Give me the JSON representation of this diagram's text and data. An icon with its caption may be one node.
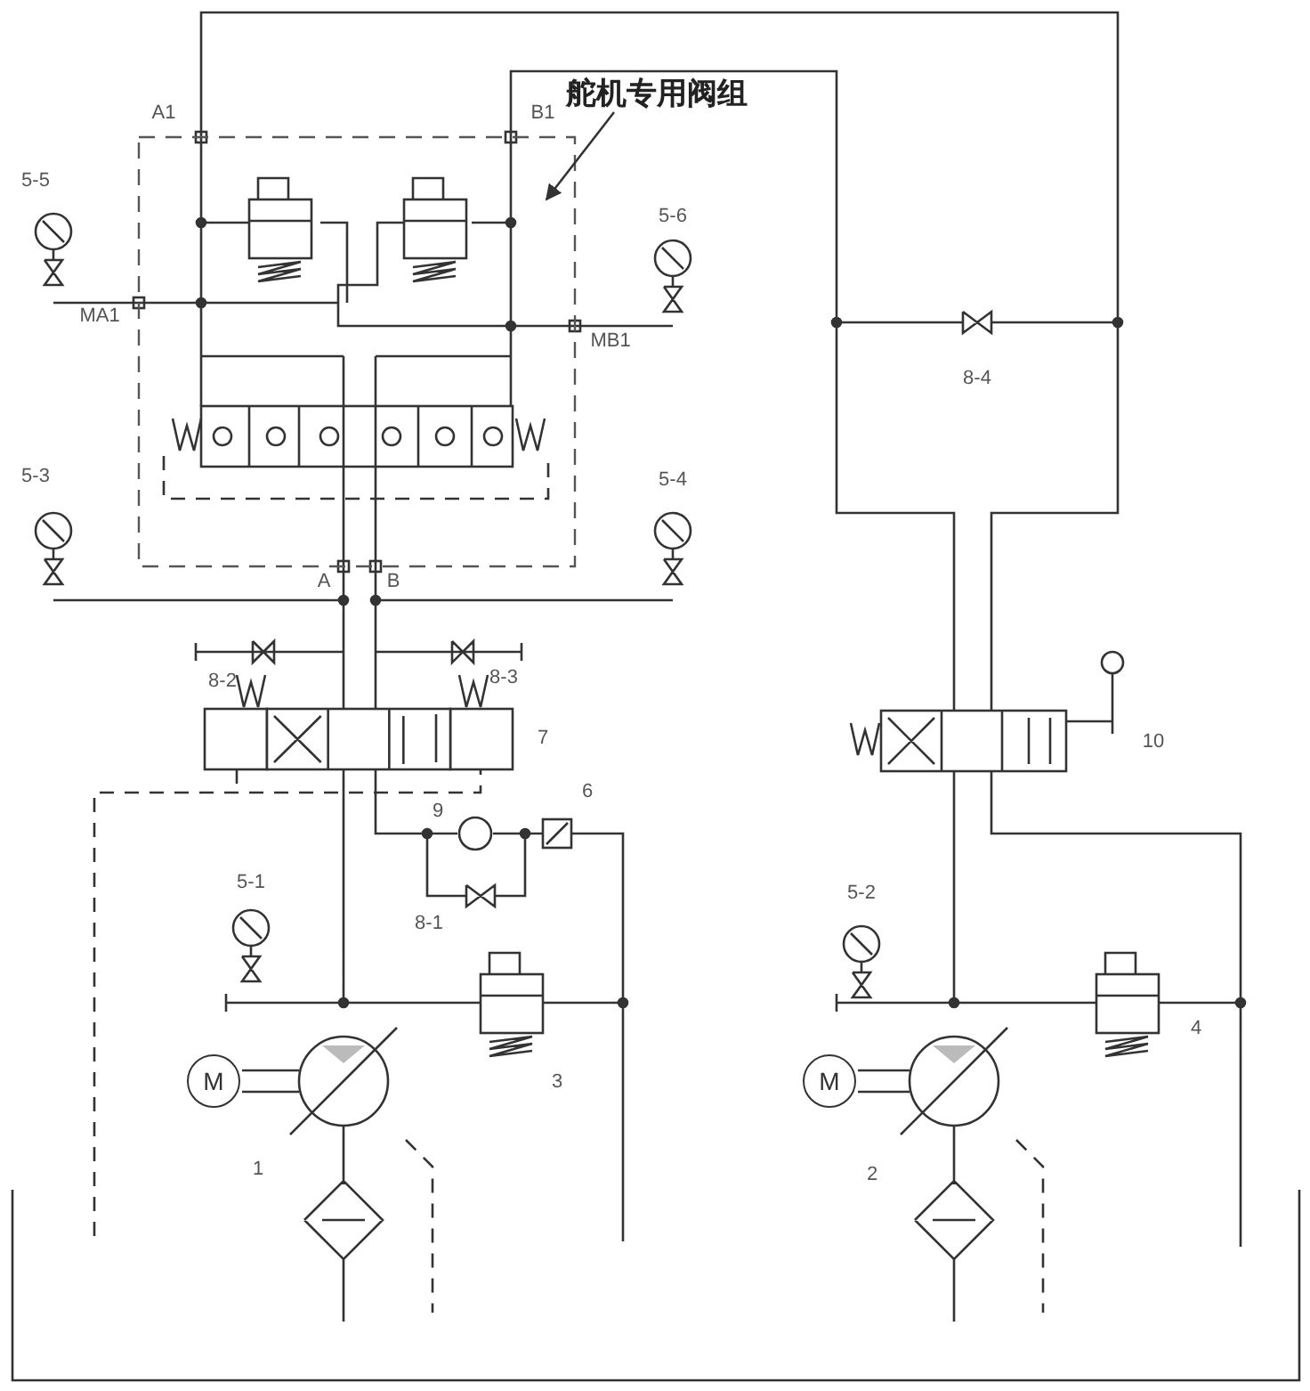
{
  "diagram": {
    "nodes": [
      {
        "text": [
          "舵机专用阀组"
        ]
      },
      {
        "text": [],
        "shape": "box"
      },
      {
        "text": [
          "M"
        ]
      },
      {
        "text": [
          "M"
        ]
      }
    ],
    "edges": [
      {
        "from": 0,
        "to": 1,
        "arrow": "to"
      }
    ],
    "labels": [
      "A1",
      "B1",
      "5-5",
      "5-6",
      "MA1",
      "MB1",
      "8-4",
      "5-3",
      "5-4",
      "A",
      "B",
      "8-2",
      "8-3",
      "7",
      "10",
      "9",
      "6",
      "8-1",
      "5-1",
      "5-2",
      "3",
      "4",
      "1",
      "2"
    ]
  }
}
